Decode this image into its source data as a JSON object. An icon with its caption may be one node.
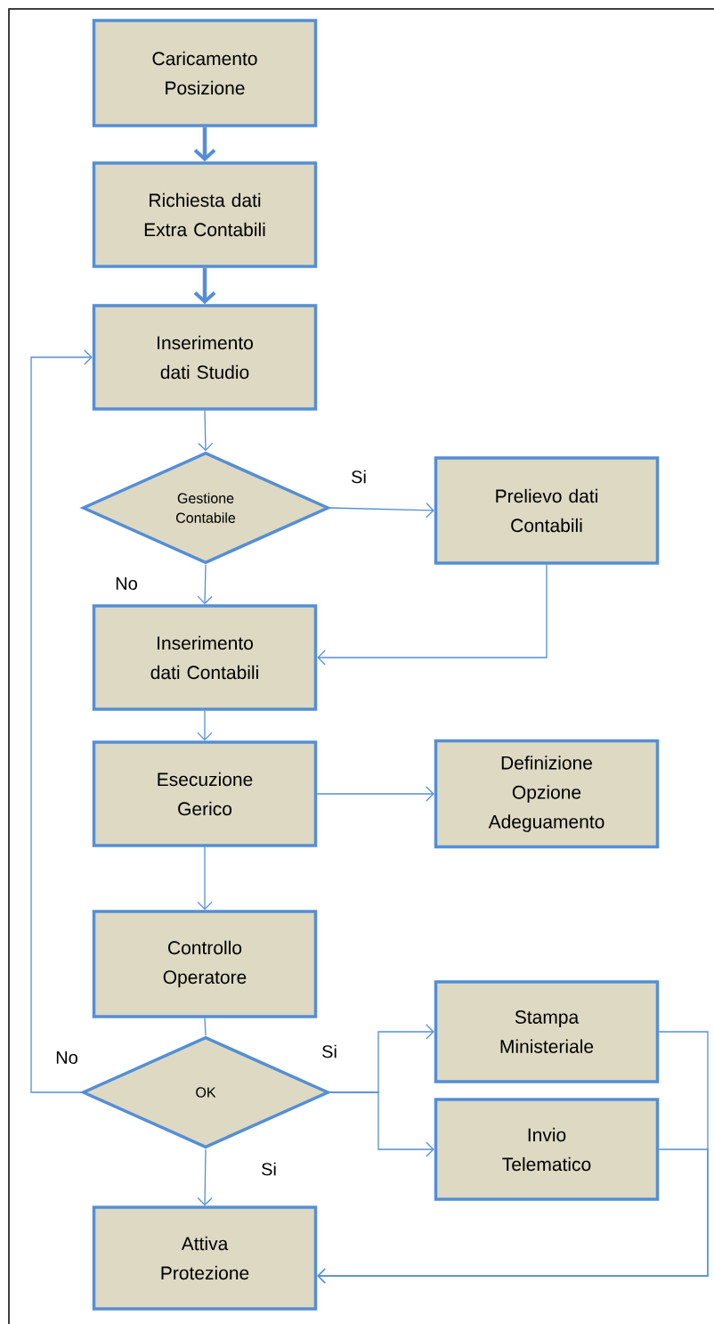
{
  "diagram": {
    "nodes": [
      {
        "text": [
          "Caricamento Posizione"
        ]
      },
      {
        "text": [
          "Richiesta dati Extra Contabili"
        ]
      },
      {
        "text": [
          "Inserimento dati Studio"
        ]
      },
      {
        "text": [
          "Gestione Contabile"
        ]
      },
      {
        "text": [
          "Prelievo dati Contabili"
        ]
      },
      {
        "text": [
          "Inserimento dati Contabili"
        ]
      },
      {
        "text": [
          "Esecuzione Gerico"
        ]
      },
      {
        "text": [
          "Definizione Opzione Adeguamento"
        ]
      },
      {
        "text": [
          "Controllo Operatore"
        ]
      },
      {
        "text": [
          "OK"
        ]
      },
      {
        "text": [
          "Stampa Ministeriale"
        ]
      },
      {
        "text": [
          "Invio Telematico"
        ]
      },
      {
        "text": [
          "Attiva Protezione"
        ]
      }
    ],
    "edges": [
      {
        "from": 0,
        "to": 1,
        "arrow": "to",
        "style": "thick"
      },
      {
        "from": 1,
        "to": 2,
        "arrow": "to",
        "style": "thick"
      },
      {
        "from": 2,
        "to": 3,
        "arrow": "to"
      },
      {
        "from": 3,
        "to": 4,
        "arrow": "to",
        "label": "Si"
      },
      {
        "from": 3,
        "to": 5,
        "arrow": "to",
        "label": "No"
      },
      {
        "from": 4,
        "to": 5,
        "arrow": "to"
      },
      {
        "from": 5,
        "to": 6,
        "arrow": "to"
      },
      {
        "from": 6,
        "to": 7,
        "arrow": "to"
      },
      {
        "from": 6,
        "to": 8,
        "arrow": "to"
      },
      {
        "from": 8,
        "to": 9,
        "arrow": "none"
      },
      {
        "from": 9,
        "to": 2,
        "arrow": "to",
        "label": "No"
      },
      {
        "from": 9,
        "to": 10,
        "arrow": "to",
        "label": "Si"
      },
      {
        "from": 9,
        "to": 11,
        "arrow": "to"
      },
      {
        "from": 9,
        "to": 12,
        "arrow": "to",
        "label": "Si"
      },
      {
        "from": 10,
        "to": 12,
        "arrow": "to"
      },
      {
        "from": 11,
        "to": 12,
        "arrow": "to"
      }
    ]
  }
}
